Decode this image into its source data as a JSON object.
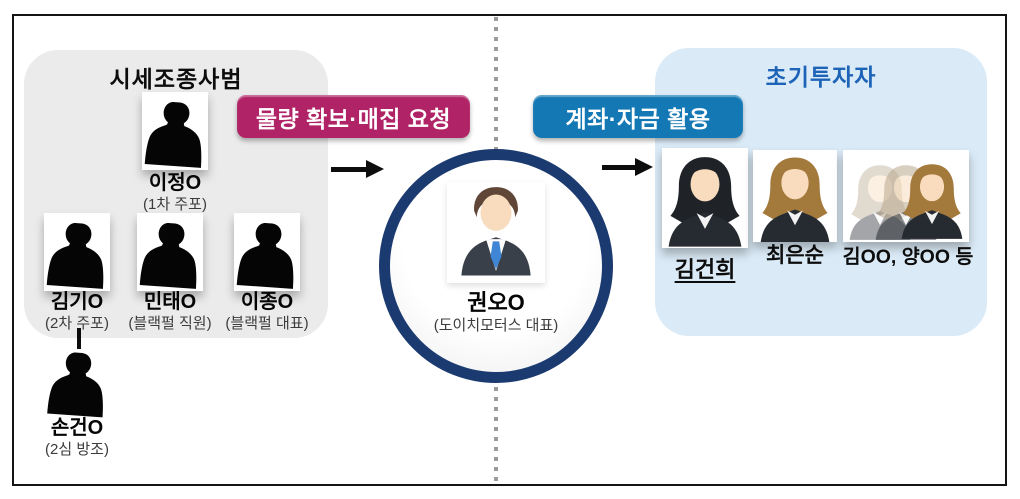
{
  "left_panel": {
    "title": "시세조종사범",
    "members": [
      {
        "name": "이정O",
        "role": "(1차 주포)"
      },
      {
        "name": "김기O",
        "role": "(2차 주포)"
      },
      {
        "name": "민태O",
        "role": "(블랙펄 직원)"
      },
      {
        "name": "이종O",
        "role": "(블랙펄 대표)"
      },
      {
        "name": "손건O",
        "role": "(2심 방조)"
      }
    ]
  },
  "left_badge": {
    "label": "물량 확보·매집 요청"
  },
  "center": {
    "name": "권오O",
    "role": "(도이치모터스 대표)"
  },
  "right_badge": {
    "label": "계좌·자금 활용"
  },
  "right_panel": {
    "title": "초기투자자",
    "investors": [
      {
        "name": "김건희"
      },
      {
        "name": "최은순"
      },
      {
        "name": "김OO, 양OO 등"
      }
    ]
  },
  "icons": {
    "member": "male-silhouette-icon",
    "center": "businessman-icon",
    "investor_single": "businesswoman-icon",
    "investor_group": "group-businesswomen-icon"
  },
  "colors": {
    "left_badge": "#b02366",
    "right_badge": "#1478b4",
    "hub_ring": "#1b3a70",
    "left_panel_bg": "#ebebeb",
    "right_panel_bg": "#daeaf6",
    "right_title_text": "#1d64b8"
  }
}
